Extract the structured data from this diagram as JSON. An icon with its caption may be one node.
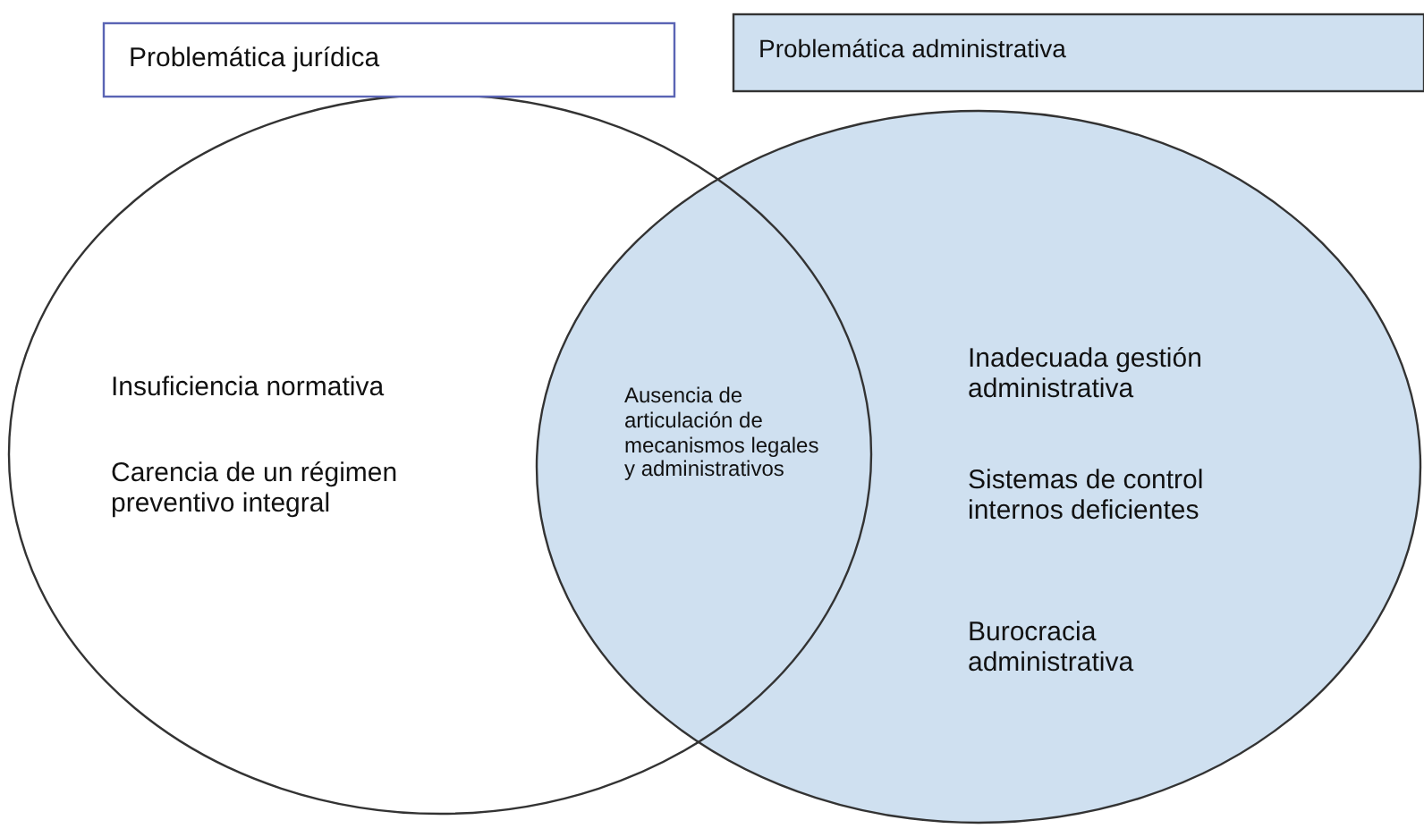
{
  "diagram": {
    "nodes": [
      {
        "text": [
          "Problemática jurídica"
        ]
      },
      {
        "text": [
          "Problemática administrativa"
        ]
      },
      {
        "text": [
          "Insuficiencia normativa",
          "Carencia de un régimen preventivo integral"
        ]
      },
      {
        "text": [
          "Inadecuada gestión administrativa",
          "Sistemas de control internos deficientes",
          "Burocracia administrativa"
        ]
      },
      {
        "text": [
          "Ausencia de articulación de mecanismos legales y administrativos"
        ]
      }
    ]
  }
}
